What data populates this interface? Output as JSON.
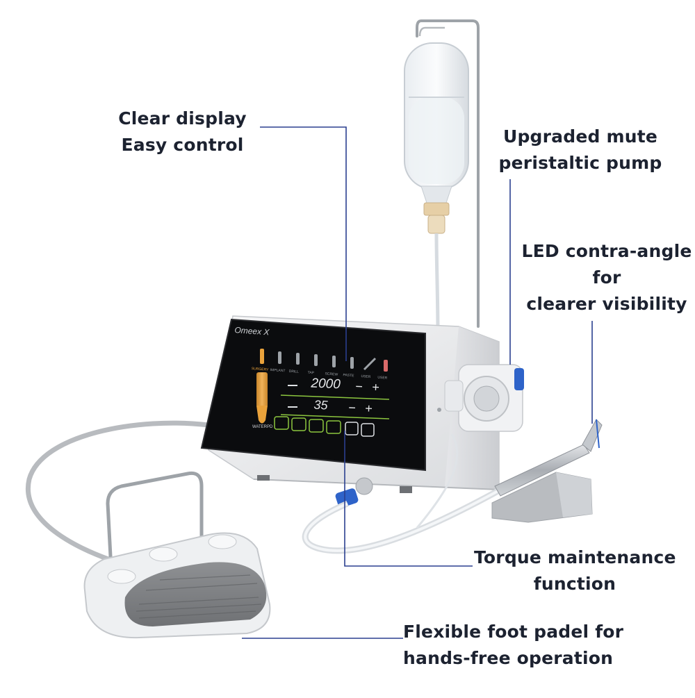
{
  "device": {
    "brand": "Omeex X",
    "screen": {
      "top_labels": [
        "SURGERY",
        "IMPLANT",
        "DRILL",
        "TAP",
        "SCREW",
        "PASTE",
        "USER",
        "USER"
      ],
      "mode_label": "WATERPD",
      "speed_value": "2000",
      "torque_value": "35",
      "minus_glyph": "−",
      "plus_glyph": "+"
    }
  },
  "callouts": {
    "display": {
      "line1": "Clear display",
      "line2": "Easy control"
    },
    "pump": {
      "line1": "Upgraded mute",
      "line2": "peristaltic pump"
    },
    "led": {
      "line1": "LED contra-angle",
      "line2": "for",
      "line3": "clearer visibility"
    },
    "torque": {
      "line1": "Torque maintenance",
      "line2": "function"
    },
    "foot": {
      "line1": "Flexible foot padel for",
      "line2": "hands-free operation"
    }
  },
  "colors": {
    "text": "#1c2230",
    "leader_line": "#2a3f8f",
    "screen_bg": "#0b0c0e",
    "accent_orange": "#e9a23b",
    "accent_green": "#8cc63f",
    "pump_blue": "#2e63c9"
  }
}
